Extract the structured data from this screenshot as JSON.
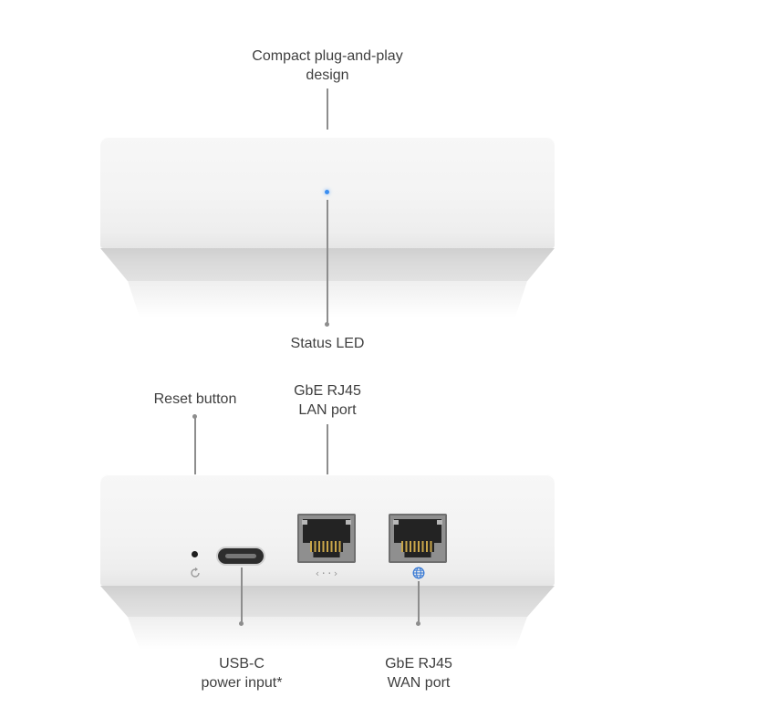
{
  "callouts": {
    "compact": {
      "line1": "Compact plug-and-play",
      "line2": "design"
    },
    "status_led": "Status LED",
    "reset": "Reset button",
    "lan": {
      "line1": "GbE RJ45",
      "line2": "LAN port"
    },
    "usbc": {
      "line1": "USB-C",
      "line2": "power input*"
    },
    "wan": {
      "line1": "GbE RJ45",
      "line2": "WAN port"
    }
  },
  "icons": {
    "led": "status-led-icon",
    "reset": "reset-arrow-icon",
    "lan": "lan-arrows-icon",
    "wan": "globe-icon"
  },
  "colors": {
    "led": "#3a8ef0",
    "wan_icon": "#3a7bd5",
    "leader": "#8d8d8d",
    "text": "#3f3f3f"
  }
}
